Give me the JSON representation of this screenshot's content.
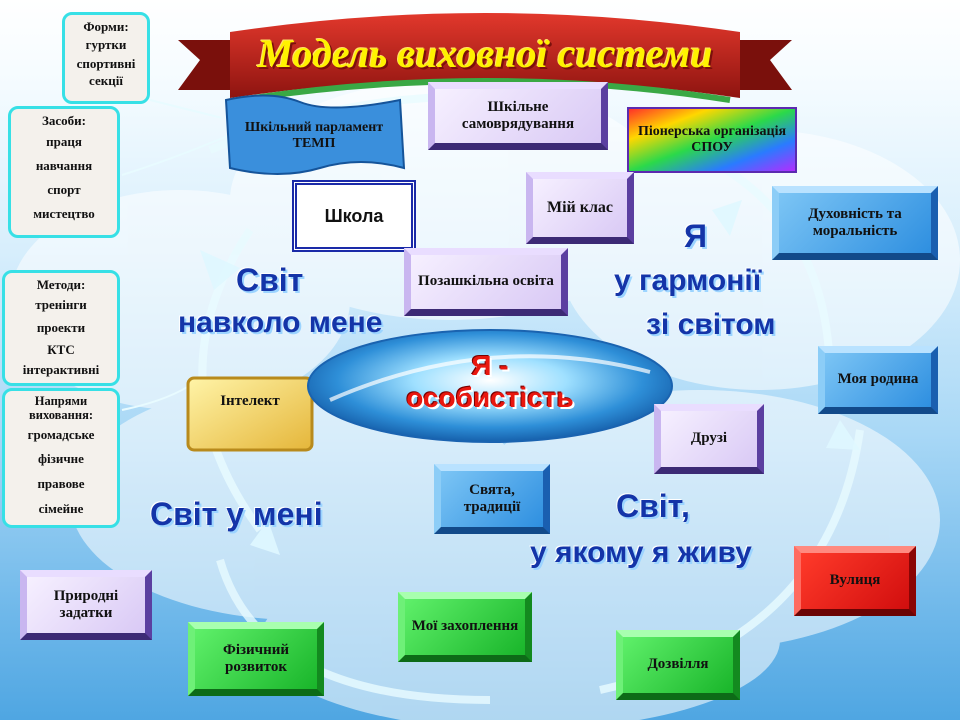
{
  "title": "Модель виховної системи",
  "forms": {
    "heading": "Форми:",
    "items": [
      "гуртки",
      "спортивні",
      "секції"
    ]
  },
  "means": {
    "heading": "Засоби:",
    "items": [
      "праця",
      "навчання",
      "спорт",
      "мистецтво"
    ]
  },
  "methods": {
    "heading": "Методи:",
    "items": [
      "тренінги",
      "проекти",
      "КТС",
      "інтерактивні"
    ]
  },
  "directions": {
    "heading": "Напрями виховання:",
    "items": [
      "громадське",
      "фізичне",
      "правове",
      "сімейне"
    ]
  },
  "nodes": {
    "parliament": "Шкільний парламент ТЕМП",
    "selfgov": "Шкільне самоврядування",
    "pioneer": "Піонерська організація СПОУ",
    "school": "Школа",
    "myclass": "Мій клас",
    "spirit": "Духовність та моральність",
    "outschool": "Позашкільна освіта",
    "family": "Моя родина",
    "intellect": "Інтелект",
    "friends": "Друзі",
    "holidays": "Свята, традиції",
    "nature": "Природні задатки",
    "street": "Вулиця",
    "hobbies": "Мої захоплення",
    "physical": "Фізичний розвиток",
    "leisure": "Дозвілля"
  },
  "center": {
    "line1": "Я -",
    "line2": "особистість"
  },
  "labels": {
    "world_around_1": "Світ",
    "world_around_2": "навколо мене",
    "harmony_1": "Я",
    "harmony_2": "у гармонії",
    "harmony_3": "зі світом",
    "world_in_me": "Світ у мені",
    "world_live_1": "Світ,",
    "world_live_2": "у якому я живу"
  },
  "colors": {
    "title": "#fff200",
    "banner": "#c0261e",
    "center_text": "#e8170f",
    "big_text": "#1434a8",
    "frame": "#37e0e6"
  }
}
